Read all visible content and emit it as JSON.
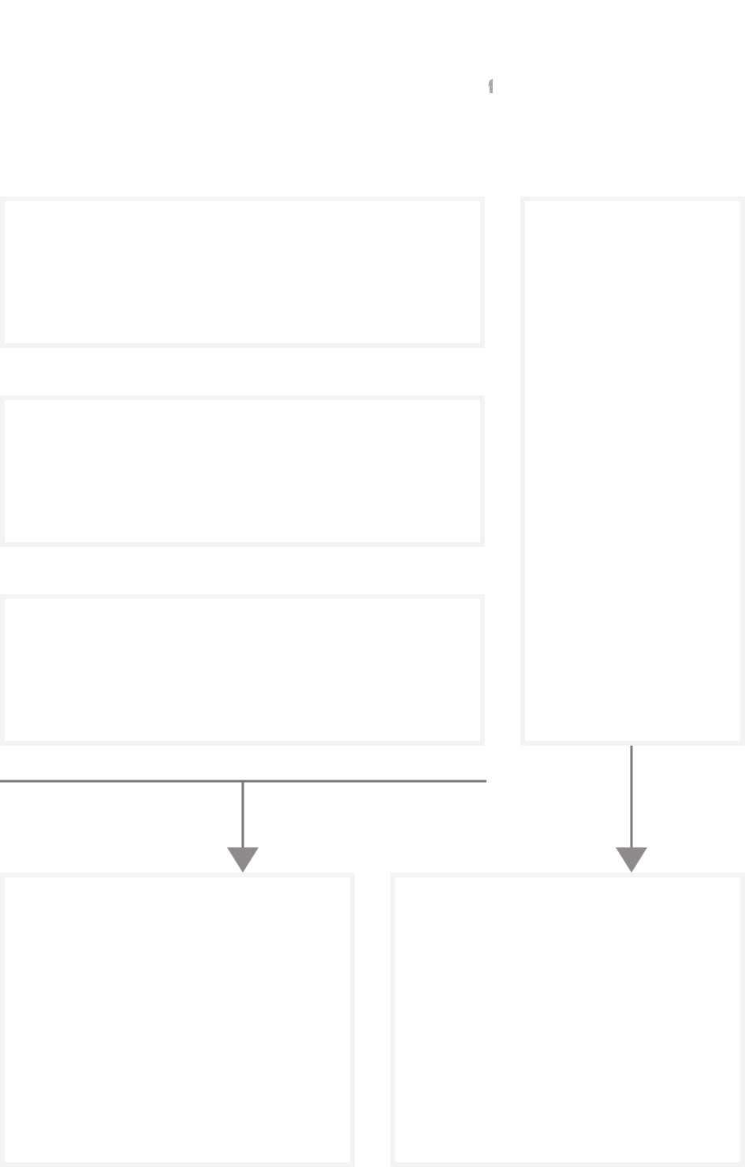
{
  "diagram": {
    "boxes": [
      {
        "id": "box-top-1",
        "label": ""
      },
      {
        "id": "box-top-2",
        "label": ""
      },
      {
        "id": "box-top-3",
        "label": ""
      },
      {
        "id": "box-right-tall",
        "label": ""
      },
      {
        "id": "box-bottom-left",
        "label": ""
      },
      {
        "id": "box-bottom-right",
        "label": ""
      }
    ],
    "edges": [
      {
        "from": [
          "box-top-1",
          "box-top-2",
          "box-top-3"
        ],
        "to": "box-bottom-left",
        "label": ""
      },
      {
        "from": "box-right-tall",
        "to": "box-bottom-right",
        "label": ""
      }
    ],
    "colors": {
      "box_border": "#f3f3f3",
      "connector_line": "#777777",
      "arrowhead": "#8f8b8b",
      "background": "#ffffff"
    }
  }
}
